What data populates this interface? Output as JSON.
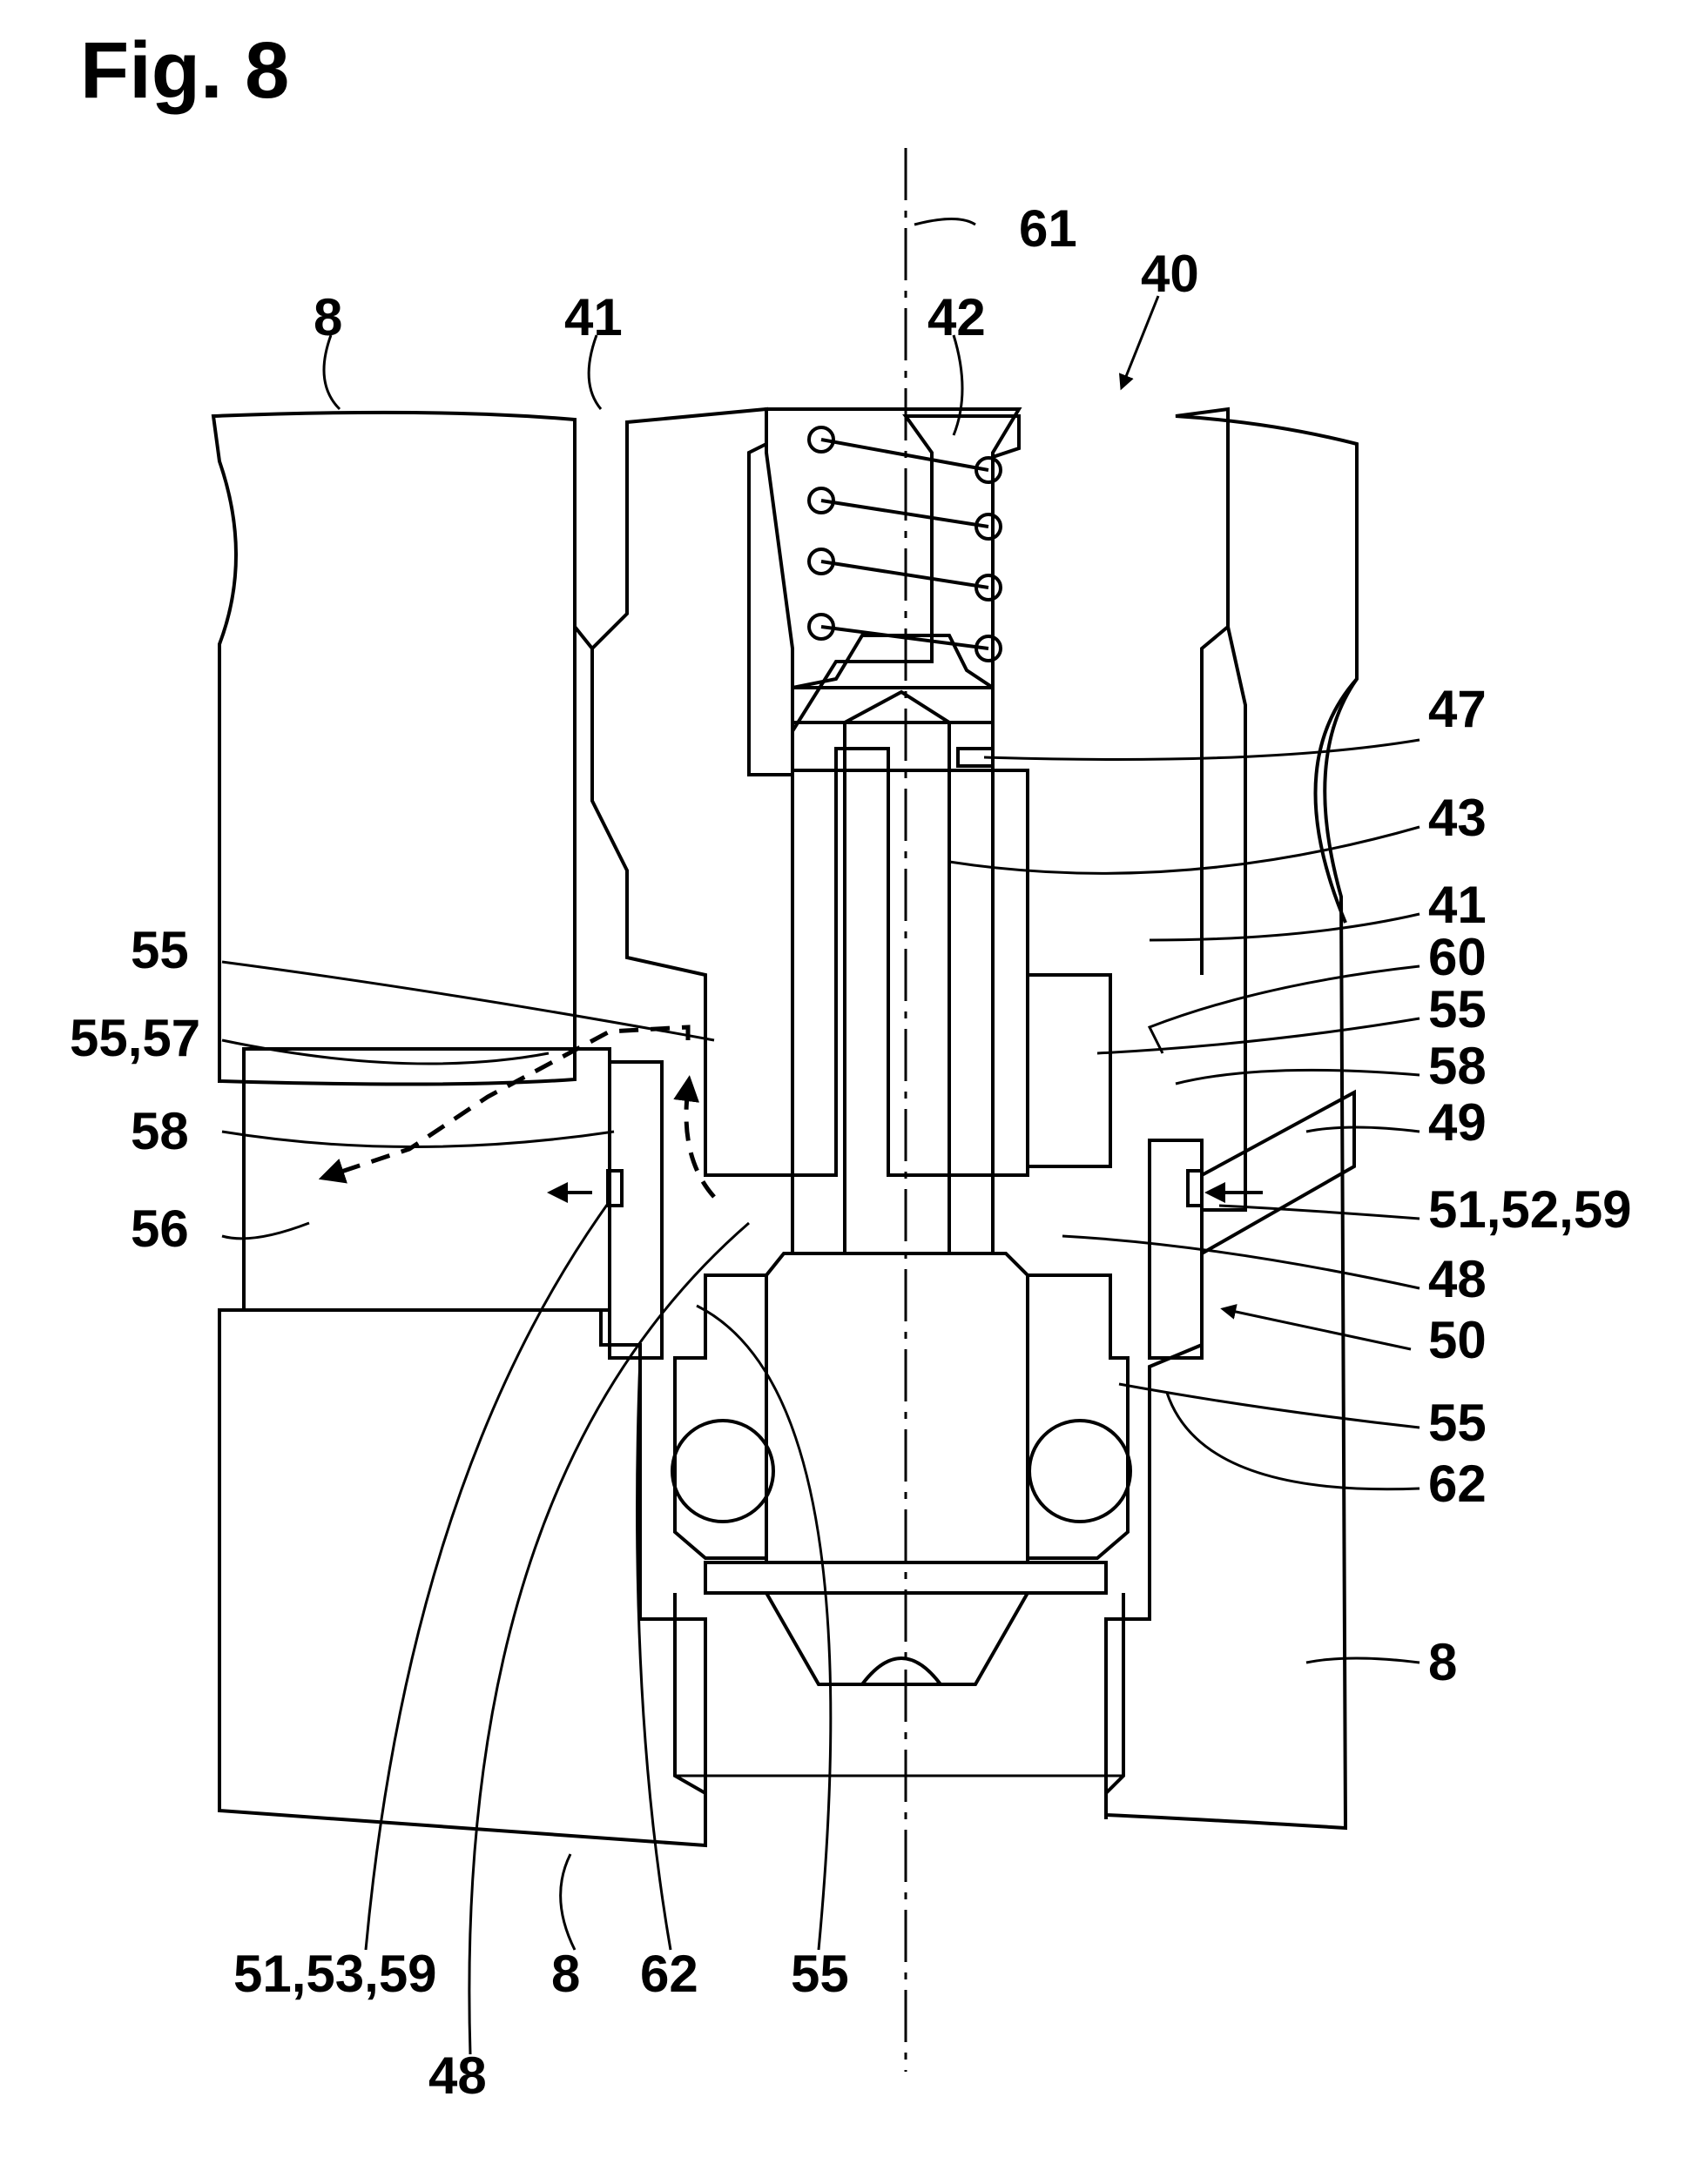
{
  "figure": {
    "title": "Fig. 8",
    "labels": {
      "l_61": "61",
      "l_40": "40",
      "l_8_top": "8",
      "l_41_top": "41",
      "l_42": "42",
      "l_47": "47",
      "l_43": "43",
      "l_41_right": "41",
      "l_60": "60",
      "l_55_left": "55",
      "l_55_57": "55,57",
      "l_58_left": "58",
      "l_56": "56",
      "l_55_right_a": "55",
      "l_58_right": "58",
      "l_49": "49",
      "l_51_52_59": "51,52,59",
      "l_48_right": "48",
      "l_50": "50",
      "l_55_right_b": "55",
      "l_62_right": "62",
      "l_8_right": "8",
      "l_51_53_59": "51,53,59",
      "l_8_bottom": "8",
      "l_62_bottom": "62",
      "l_55_bottom": "55",
      "l_48_bottom": "48"
    }
  }
}
